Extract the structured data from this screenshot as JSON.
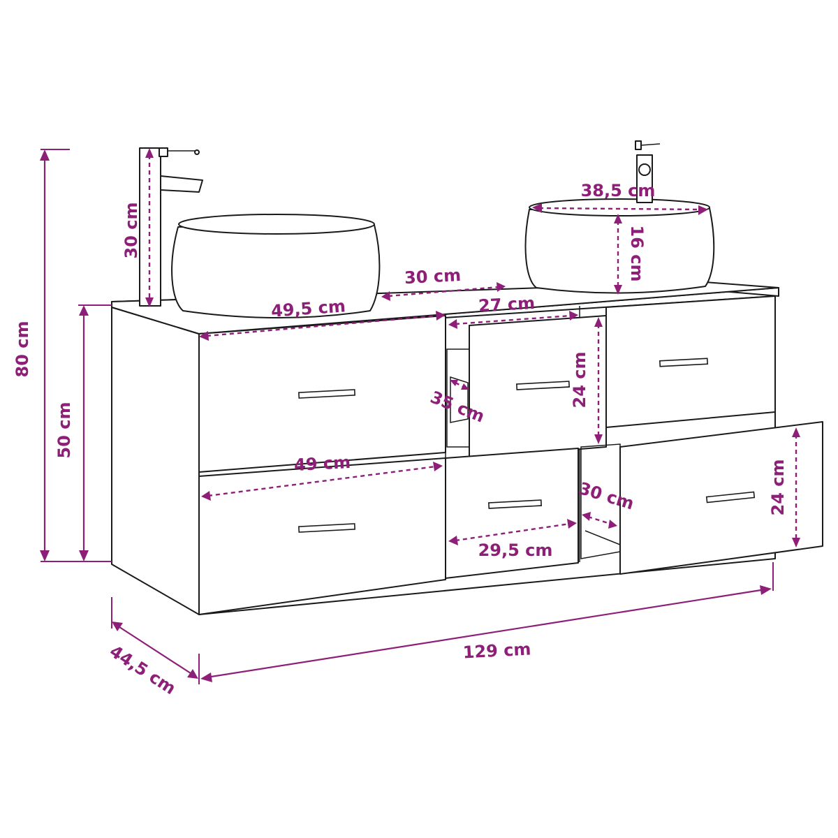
{
  "style": {
    "dimension_color": "#8e1f78",
    "outline_color": "#1a1a1a"
  },
  "dimensions": {
    "total_height": "80 cm",
    "cabinet_height": "50 cm",
    "tap_height": "30 cm",
    "depth": "44,5 cm",
    "total_width": "129 cm",
    "basin_diameter": "38,5 cm",
    "basin_height": "16 cm",
    "left_top_width": "49,5 cm",
    "middle_top_width": "30 cm",
    "middle_drawer_width": "27 cm",
    "middle_drawer_height": "24 cm",
    "middle_drawer_depth": "35 cm",
    "left_lower_drawer_width": "49 cm",
    "middle_lower_drawer_width": "29,5 cm",
    "right_lower_drawer_depth": "30 cm",
    "right_lower_drawer_height": "24 cm"
  }
}
